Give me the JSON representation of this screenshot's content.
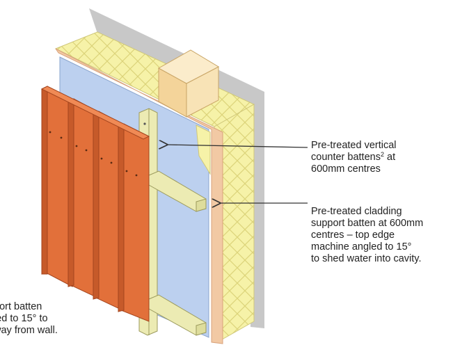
{
  "labels": {
    "counter_batten": {
      "line1": "Pre-treated vertical",
      "line2a": "counter battens",
      "line2_sup": "2",
      "line2b": " at",
      "line3": "600mm centres"
    },
    "support_batten": {
      "line1": "Pre-treated cladding",
      "line2": "support batten at 600mm",
      "line3": "centres – top edge",
      "line4": "machine angled to 15°",
      "line5": "to shed water into cavity."
    },
    "left_caption": {
      "line1": "port batten",
      "line2": "led to 15° to",
      "line3": "way from wall."
    }
  },
  "colors": {
    "wall_shadow": "#c8c8c8",
    "insulation": "#f6f2a8",
    "insulation_hatch": "#dcd47a",
    "membrane": "#f2c9a4",
    "blue_board": "#bcd0ef",
    "batten": "#ecebb3",
    "cladding": "#e2703a",
    "post": "#f8e3b6",
    "arrow": "#333333"
  }
}
